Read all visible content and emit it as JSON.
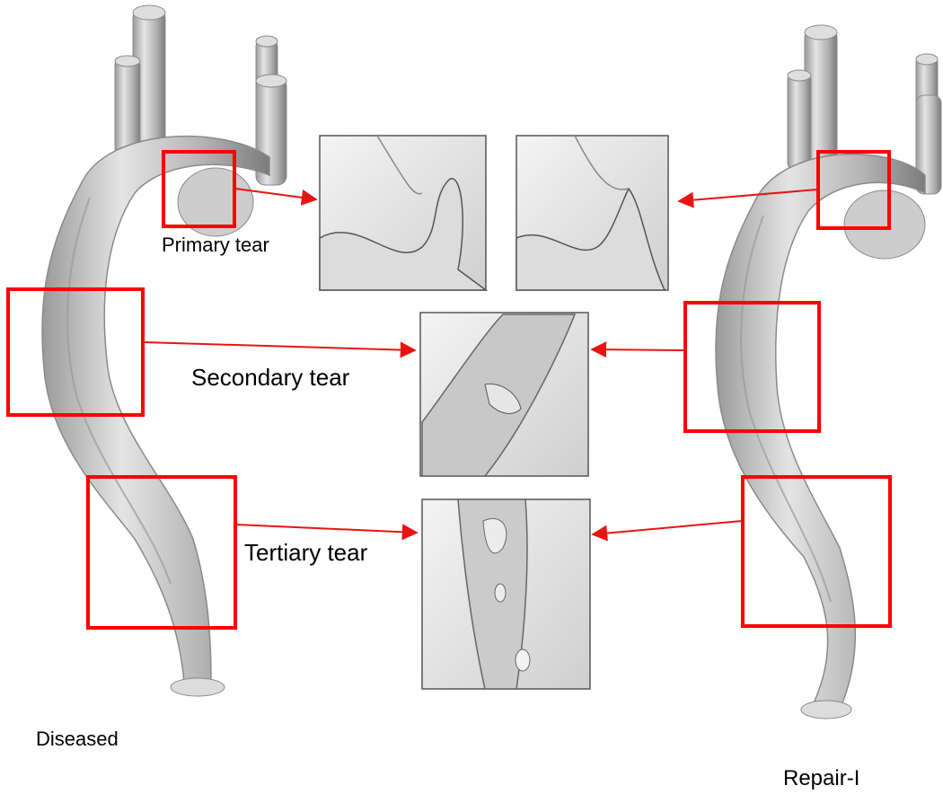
{
  "labels": {
    "primary_tear": "Primary tear",
    "secondary_tear": "Secondary tear",
    "tertiary_tear": "Tertiary tear",
    "diseased": "Diseased",
    "repair": "Repair-I"
  },
  "colors": {
    "highlight_box": "#ff0000",
    "arrow": "#e81414",
    "vessel_fill": "#c9c9c9",
    "vessel_stroke": "#8a8a8a",
    "inset_bg": "#e9e9e9",
    "inset_border": "#555555"
  }
}
